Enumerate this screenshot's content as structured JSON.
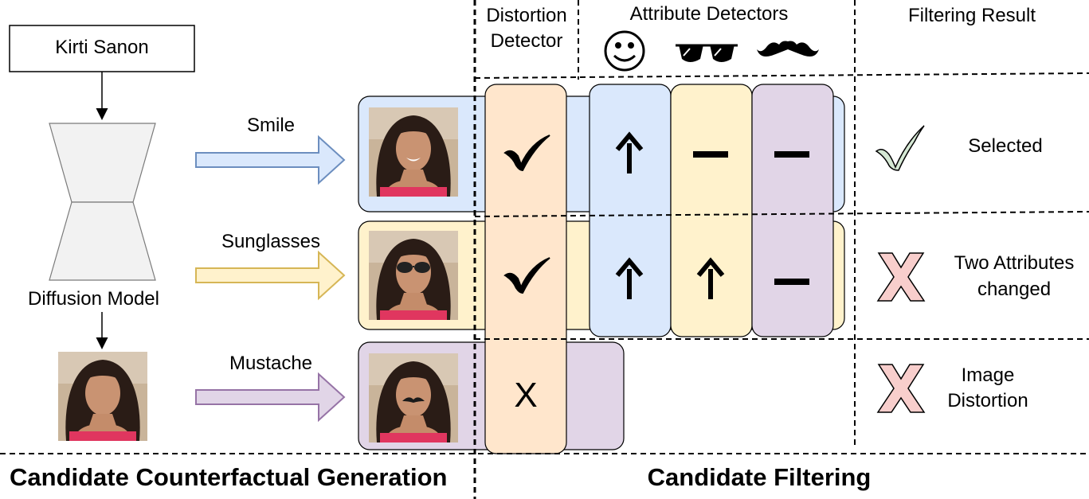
{
  "prompt_box": {
    "text": "Kirti Sanon"
  },
  "diffusion_model": {
    "label": "Diffusion Model"
  },
  "edits": [
    {
      "label": "Smile",
      "color": "#6c8ebf",
      "fill": "#dae8fc"
    },
    {
      "label": "Sunglasses",
      "color": "#d6b656",
      "fill": "#fff2cc"
    },
    {
      "label": "Mustache",
      "color": "#9673a6",
      "fill": "#e1d5e7"
    }
  ],
  "headers": {
    "distortion_detector_line1": "Distortion",
    "distortion_detector_line2": "Detector",
    "attribute_detectors": "Attribute Detectors",
    "filtering_result": "Filtering Result"
  },
  "detector_icons": [
    "smiley-face",
    "sunglasses",
    "mustache"
  ],
  "rows": [
    {
      "distortion": "✔",
      "smile": "↑",
      "sunglasses": "−",
      "mustache": "−",
      "result_mark": "check",
      "result_line1": "Selected",
      "result_line2": ""
    },
    {
      "distortion": "✔",
      "smile": "↑",
      "sunglasses": "↑",
      "mustache": "−",
      "result_mark": "cross",
      "result_line1": "Two Attributes",
      "result_line2": "changed"
    },
    {
      "distortion": "X",
      "result_mark": "cross",
      "result_line1": "Image",
      "result_line2": "Distortion"
    }
  ],
  "sections": {
    "left": "Candidate Counterfactual Generation",
    "right": "Candidate Filtering"
  },
  "colors": {
    "orange_fill": "#ffe6cc",
    "blue_fill": "#dae8fc",
    "yellow_fill": "#fff2cc",
    "purple_fill": "#e1d5e7",
    "check_fill": "#d5e8d4",
    "cross_fill": "#f8cecc"
  }
}
